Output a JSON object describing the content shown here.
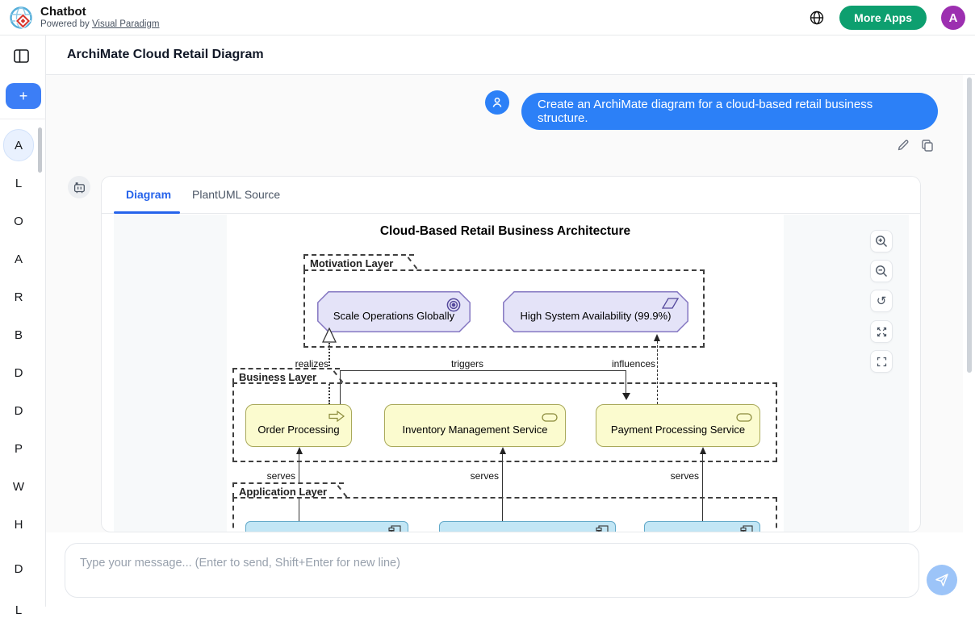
{
  "header": {
    "app_title": "Chatbot",
    "powered_by_prefix": "Powered by ",
    "powered_by_link": "Visual Paradigm",
    "more_apps_label": "More Apps",
    "avatar_initial": "A",
    "colors": {
      "more_apps_green": "#0d9f6f",
      "avatar_purple": "#9c2fb0",
      "accent_blue": "#2c80f7"
    }
  },
  "titlebar": {
    "page_title": "ArchiMate Cloud Retail Diagram"
  },
  "sidebar": {
    "new_chat_label": "+",
    "letters": [
      "A",
      "L",
      "O",
      "A",
      "R",
      "B",
      "D",
      "D",
      "P",
      "W",
      "H",
      "D",
      "L"
    ],
    "active_index": 0
  },
  "chat": {
    "user_message": "Create an ArchiMate diagram for a cloud-based retail business structure.",
    "actions": {
      "edit": "edit",
      "copy": "copy"
    }
  },
  "panel": {
    "tabs": [
      {
        "label": "Diagram"
      },
      {
        "label": "PlantUML Source"
      }
    ],
    "active_tab": "Diagram",
    "zoom_controls": [
      "zoom-in",
      "zoom-out",
      "reset-view",
      "fit-view",
      "fullscreen"
    ]
  },
  "diagram": {
    "title": "Cloud-Based Retail Business Architecture",
    "motivation": {
      "label": "Motivation Layer",
      "nodes": [
        {
          "label": "Scale Operations Globally",
          "icon": "goal-icon"
        },
        {
          "label": "High System Availability (99.9%)",
          "icon": "outcome-icon"
        }
      ]
    },
    "business": {
      "label": "Business Layer",
      "nodes": [
        {
          "label": "Order Processing",
          "icon": "process-icon"
        },
        {
          "label": "Inventory Management Service",
          "icon": "service-icon"
        },
        {
          "label": "Payment Processing Service",
          "icon": "service-icon"
        }
      ]
    },
    "application": {
      "label": "Application Layer"
    },
    "edges": {
      "realizes": "realizes",
      "triggers": "triggers",
      "influences": "influences",
      "serves": "serves"
    },
    "colors": {
      "motivation_fill": "#e4e3f8",
      "motivation_border": "#8577c2",
      "business_fill": "#fbfbcf",
      "business_border": "#a9a95a",
      "application_fill": "#c2e6f5",
      "application_border": "#62a9c9"
    }
  },
  "composer": {
    "placeholder": "Type your message... (Enter to send, Shift+Enter for new line)"
  }
}
